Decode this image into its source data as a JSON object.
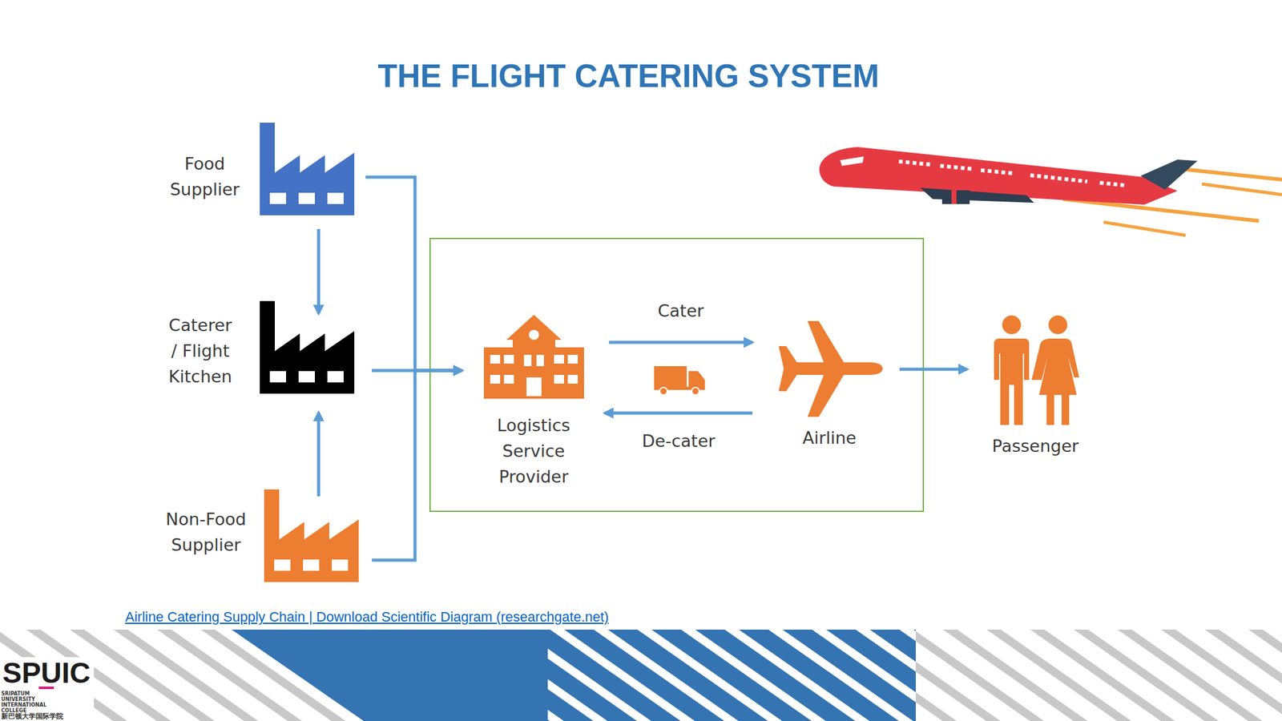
{
  "diagram": {
    "title": "THE FLIGHT CATERING SYSTEM",
    "caption": "Airline Catering Supply Chain | Download Scientific Diagram (researchgate.net)",
    "nodes": [
      {
        "text": [
          "Food Supplier"
        ]
      },
      {
        "text": [
          "Caterer / Flight Kitchen"
        ]
      },
      {
        "text": [
          "Non-Food Supplier"
        ]
      },
      {
        "text": []
      },
      {
        "text": [
          "Logistics Service Provider"
        ],
        "in": 3
      },
      {
        "text": [
          "Airline"
        ],
        "in": 3
      },
      {
        "text": [
          "Passenger"
        ]
      }
    ],
    "edges": [
      {
        "from": 0,
        "to": 1,
        "arrow": "to"
      },
      {
        "from": 2,
        "to": 1,
        "arrow": "to"
      },
      {
        "from": 0,
        "to": 4,
        "arrow": "to"
      },
      {
        "from": 1,
        "to": 4,
        "arrow": "to"
      },
      {
        "from": 2,
        "to": 4,
        "arrow": "to"
      },
      {
        "from": 4,
        "to": 5,
        "label": "Cater",
        "arrow": "to"
      },
      {
        "from": 5,
        "to": 4,
        "label": "De-cater",
        "arrow": "to"
      },
      {
        "from": 5,
        "to": 6,
        "arrow": "to"
      }
    ],
    "labels": [
      "SPUIC",
      "SRIPATUM UNIVERSITY INTERNATIONAL COLLEGE",
      "新巴顿大学国际学院"
    ]
  }
}
